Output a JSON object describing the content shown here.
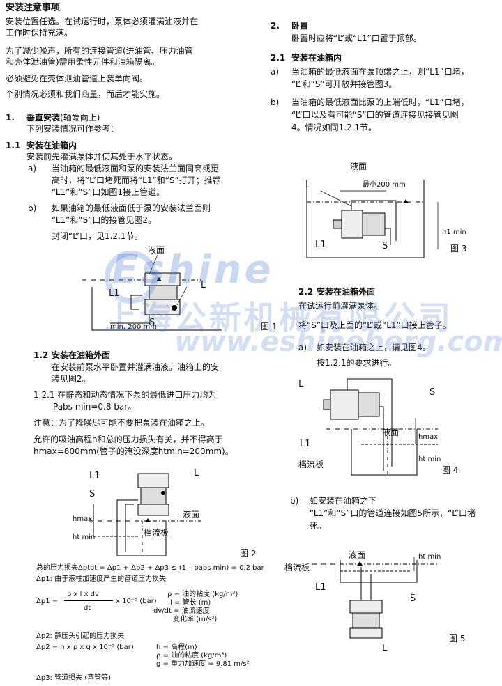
{
  "left": {
    "title": "安装注意事项",
    "intro": [
      "安装位置任选。在试运行时，泵体必须灌满油液并在",
      "工作时保持充满。",
      "为了减少噪声，所有的连接管道(进油管、压力油管",
      "和壳体泄油管)需用柔性元件和油箱隔离。",
      "必须避免在壳体泄油管道上装单向阀。",
      "个别情况必须和我们商量，而后才能实施。"
    ],
    "s1_num": "1.",
    "s1_title": "垂直安装",
    "s1_title_sub": "(轴端向上)",
    "s1_text": "下列安装情况可作参考：",
    "s11_num": "1.1",
    "s11_title": "安装在油箱内",
    "s11_text": "安装前先灌满泵体并使其处于水平状态。",
    "a_label": "a)",
    "a_lines": [
      "当油箱的最低液面和泵的安装法兰面同高或更",
      "高时，将“L”口堵死而将“L1”和“S”打开；推荐",
      "“L1”和“S”口如图1接上管道。"
    ],
    "b_label": "b)",
    "b_lines": [
      "如果油箱的最低液面低于泵的安装法兰面则",
      "“L1”和“S”口的接管见图2。"
    ],
    "b_close": "封闭“L”口，见1.2.1节。",
    "fig1": {
      "level": "液面",
      "L": "L",
      "L1": "L1",
      "S": "S",
      "min": "min. 200 mm",
      "caption": "图 1"
    },
    "s12_num": "1.2",
    "s12_title": "安装在油箱外面",
    "s12_lines": [
      "在安装前泵水平卧置并灌满油液。油箱上的安",
      "装见图2。"
    ],
    "s121_lines": [
      "1.2.1 在静态和动态情况下泵的最低进口压力均为",
      "Pabs min=0.8 bar。"
    ],
    "note": "注意：为了降噪尽可能不要把泵装在油箱之上。",
    "allow_lines": [
      "允许的吸油高程h和总的压力损失有关，并不得高于",
      "hmax=800mm(管子的淹没深度htmin=200mm)。"
    ],
    "fig2": {
      "L1": "L1",
      "L": "L",
      "S": "S",
      "level": "液面",
      "baffle": "档流板",
      "hmax": "hmax",
      "htmin": "ht min",
      "caption": "图 2"
    },
    "formula_total": "总的压力损失Δptot = Δp1 + Δp2 + Δp3 ≤ (1 – pabs min) = 0.2 bar",
    "dp1_title": "Δp1: 由于液柱加速度产生的管道压力损失",
    "dp1_lhs": "Δp1 =",
    "dp1_num": "ρ x  l  x dv",
    "dp1_den": "dt",
    "dp1_tail": "x 10⁻⁵ (bar)",
    "dp1_defs": [
      "ρ  = 油的粘度 (kg/m³)",
      "l  = 管长 (m)",
      "dv/dt = 油流速度",
      "变化率 (m/s²)"
    ],
    "dp2_title": "Δp2: 静压头引起的压力损失",
    "dp2_formula": "Δp2 = h x  ρ x  g x  10⁻⁵ (bar)",
    "dp2_defs": [
      "h  = 高程(m)",
      "ρ  = 油的粘度 (kg/m³)",
      "g  = 重力加速度 = 9.81 m/s²"
    ],
    "dp3_title": "Δp3: 管道损失  (弯管等)"
  },
  "right": {
    "s2_num": "2.",
    "s2_title": "卧置",
    "s2_text": "卧置时应将“L”或“L1”口置于顶部。",
    "s21_num": "2.1",
    "s21_title": "安装在油箱内",
    "a_label": "a)",
    "a_lines": [
      "当油箱的最低液面在泵顶端之上，则“L1”口堵，",
      "“L”和“S”可开放并接管图3。"
    ],
    "b_label": "b)",
    "b_lines": [
      "当油箱的最低液面比泵的上端低时，“L1”口堵，",
      "“L”口以及有可能“S”口的管道连接见接管见图",
      "4。情况如同1.2.1节。"
    ],
    "fig3": {
      "level": "液面",
      "min": "最小200 mm",
      "L": "L",
      "L1": "L1",
      "S": "S",
      "hmin": "h1 min",
      "caption": "图 3"
    },
    "s22_num": "2.2",
    "s22_title": "安装在油箱外面",
    "s22_text": "在试运行前灌满泵体。",
    "s22_text2": "将“S”口及上面的“L”或“L1”口接上管子。",
    "a2_label": "a)",
    "a2_lines": [
      "如安装在油箱之上，请见图4。",
      "按1.2.1的要求进行。"
    ],
    "fig4": {
      "L": "L",
      "S": "S",
      "L1": "L1",
      "level": "液面",
      "baffle": "档流板",
      "hmax": "hmax",
      "htmin": "ht min",
      "caption": "图 4"
    },
    "b2_label": "b)",
    "b2_lines": [
      "如安装在油箱之下",
      "“L1”和“S”口的管道连接如图5所示，“L”口堵",
      "死。"
    ],
    "fig5": {
      "level": "液面",
      "baffle": "档流板",
      "L1": "L1",
      "S": "S",
      "L": "L",
      "hmin": "ht min",
      "caption": "图 5"
    }
  },
  "watermark": {
    "brand": "Eshine",
    "cn": "上海公新机械有限公司",
    "url": "www.eshineberg.com"
  }
}
